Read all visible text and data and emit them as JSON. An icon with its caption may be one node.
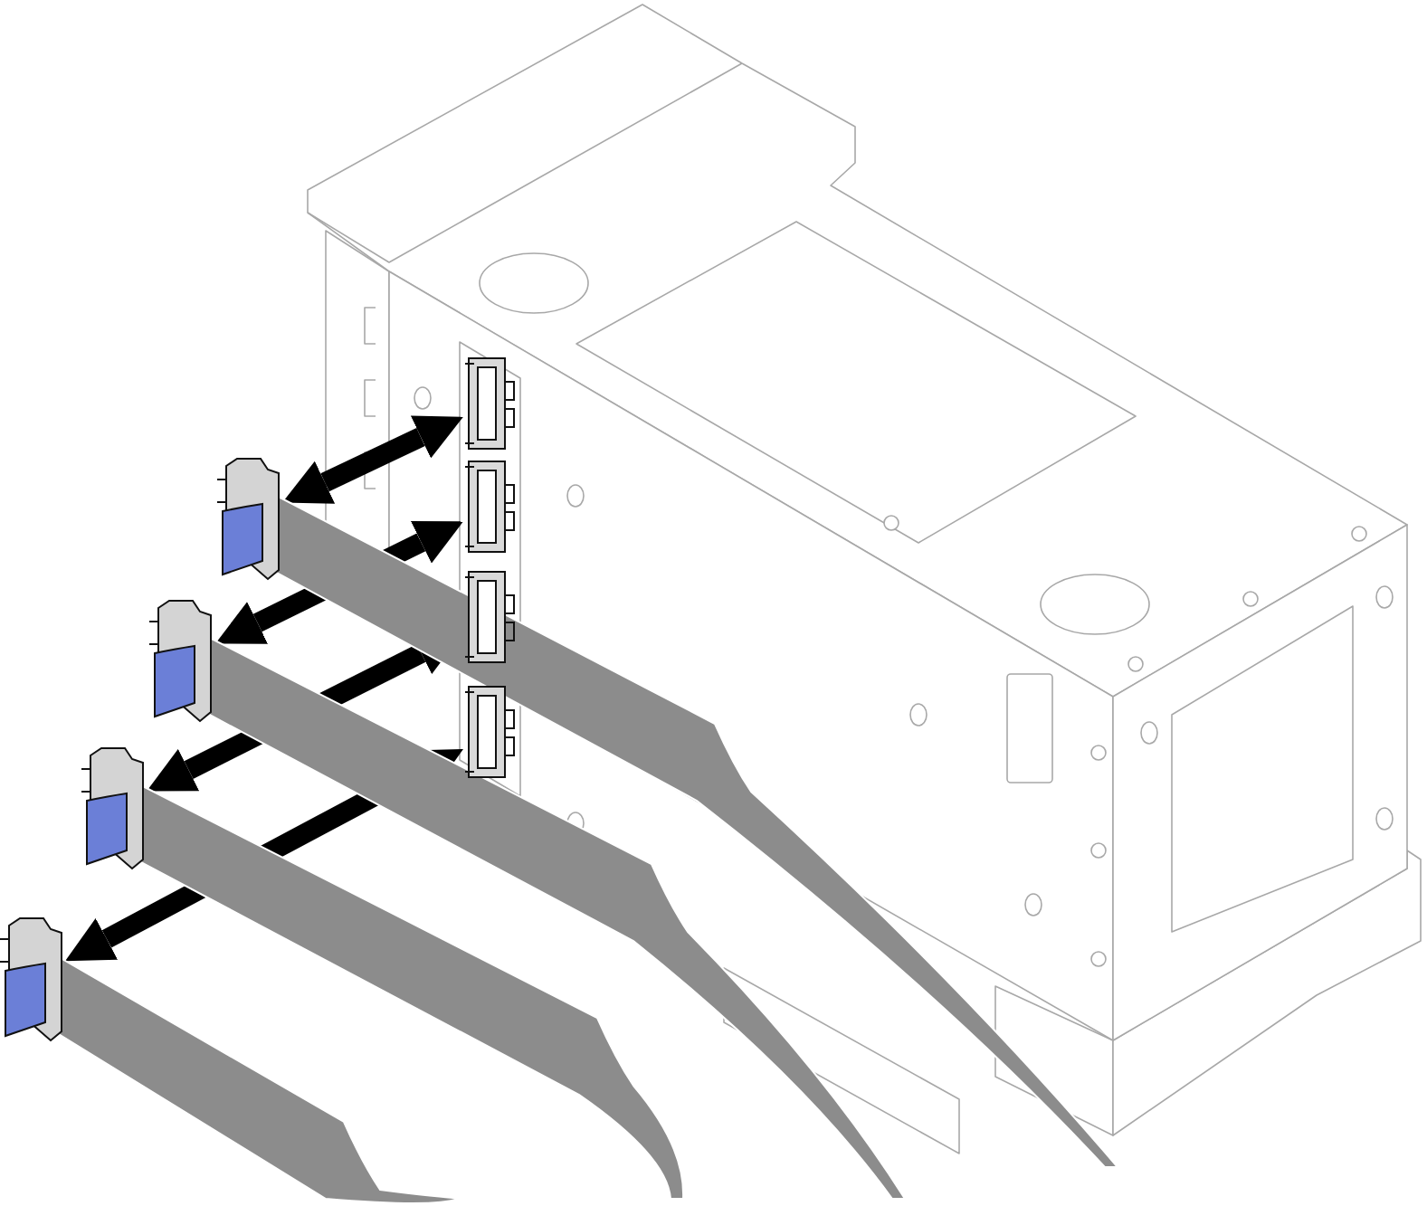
{
  "diagram": {
    "nodes": [
      {
        "text": [],
        "shape": "picture"
      },
      {
        "text": [],
        "shape": "picture"
      },
      {
        "text": [],
        "shape": "picture"
      },
      {
        "text": [],
        "shape": "picture"
      },
      {
        "text": [],
        "shape": "picture"
      },
      {
        "text": [],
        "shape": "picture"
      },
      {
        "text": [],
        "shape": "picture"
      },
      {
        "text": [],
        "shape": "picture"
      }
    ],
    "edges": [
      {
        "from": 0,
        "to": 4,
        "arrow": "both"
      },
      {
        "from": 1,
        "to": 5,
        "arrow": "both"
      },
      {
        "from": 2,
        "to": 6,
        "arrow": "both"
      },
      {
        "from": 3,
        "to": 7,
        "arrow": "both"
      }
    ]
  }
}
